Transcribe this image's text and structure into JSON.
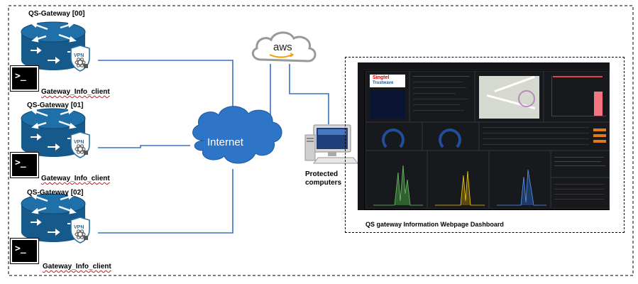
{
  "gateways": [
    {
      "title": "QS-Gateway [00]",
      "client": "Gateway_Info_client"
    },
    {
      "title": "QS-Gateway [01]",
      "client": "Gateway_Info_client"
    },
    {
      "title": "QS-Gateway [02]",
      "client": "Gateway_Info_client"
    }
  ],
  "badge_text": "VPN",
  "terminal_prompt": ">_",
  "internet_label": "Internet",
  "aws_label": "aws",
  "protected_label": [
    "Protected",
    "computers"
  ],
  "dashboard_caption": "QS gateway Information Webpage Dashboard",
  "dashboard": {
    "brand": "Singtel",
    "brand2": "Trustwave"
  },
  "colors": {
    "router_blue": "#1f6fa8",
    "router_dark": "#155a8a",
    "cloud_blue": "#2e75c7",
    "link_blue": "#3a6fc4",
    "aws_orange": "#f90"
  }
}
